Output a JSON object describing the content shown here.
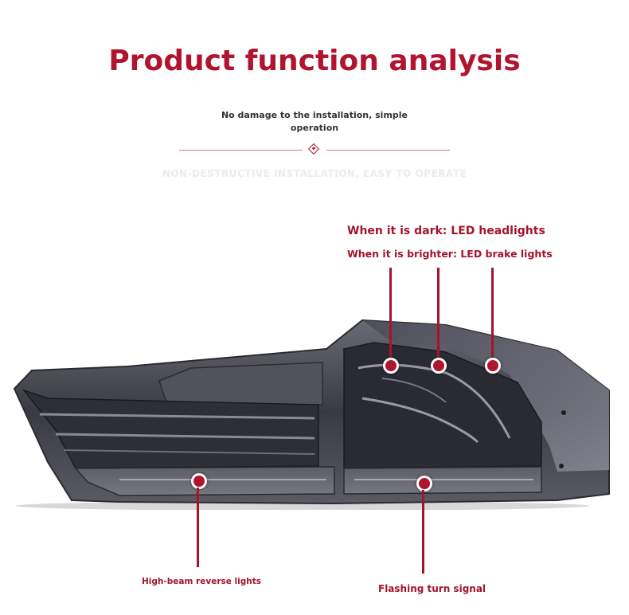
{
  "header": {
    "title": "Product function analysis",
    "subtitle": "No damage to the installation, simple operation",
    "ghost_text": "NON-DESTRUCTIVE INSTALLATION, EASY TO OPERATE"
  },
  "callouts": {
    "dark_label": "When it is dark: LED headlights",
    "brighter_label": "When it is brighter: LED brake lights",
    "reverse_label": "High-beam reverse lights",
    "turn_label": "Flashing turn signal"
  },
  "colors": {
    "accent": "#b0142e",
    "lamp_body": "#4a4a52",
    "lamp_dark": "#1e1e24"
  }
}
